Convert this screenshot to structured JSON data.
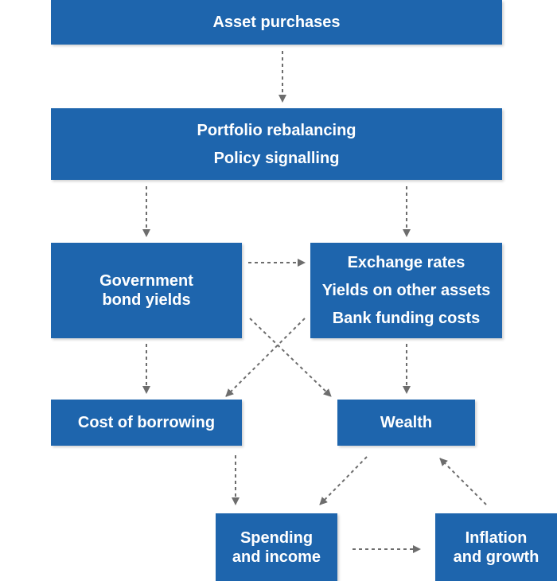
{
  "colors": {
    "box_fill": "#1e65ad",
    "box_text": "#ffffff",
    "arrow": "#6d6d6d"
  },
  "nodes": {
    "asset_purchases": {
      "label": "Asset purchases"
    },
    "portfolio": {
      "line1": "Portfolio rebalancing",
      "line2": "Policy signalling"
    },
    "gov_bond": {
      "line1": "Government",
      "line2": "bond yields"
    },
    "exchange": {
      "line1": "Exchange rates",
      "line2": "Yields on other assets",
      "line3": "Bank funding costs"
    },
    "cost_borrowing": {
      "label": "Cost of borrowing"
    },
    "wealth": {
      "label": "Wealth"
    },
    "spending": {
      "line1": "Spending",
      "line2": "and income"
    },
    "inflation": {
      "line1": "Inflation",
      "line2": "and growth"
    }
  },
  "edges": [
    {
      "from": "asset_purchases",
      "to": "portfolio"
    },
    {
      "from": "portfolio",
      "to": "gov_bond"
    },
    {
      "from": "portfolio",
      "to": "exchange"
    },
    {
      "from": "gov_bond",
      "to": "exchange"
    },
    {
      "from": "gov_bond",
      "to": "cost_borrowing"
    },
    {
      "from": "gov_bond",
      "to": "wealth"
    },
    {
      "from": "exchange",
      "to": "cost_borrowing"
    },
    {
      "from": "exchange",
      "to": "wealth"
    },
    {
      "from": "cost_borrowing",
      "to": "spending"
    },
    {
      "from": "wealth",
      "to": "spending"
    },
    {
      "from": "spending",
      "to": "inflation"
    },
    {
      "from": "inflation",
      "to": "wealth"
    }
  ]
}
